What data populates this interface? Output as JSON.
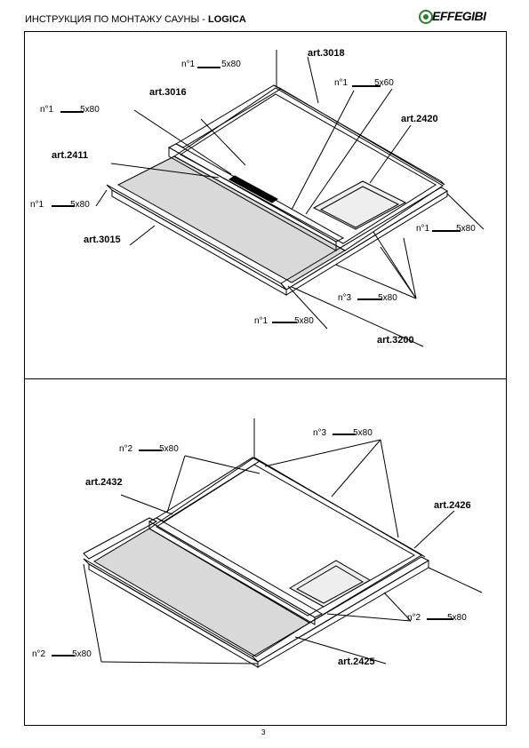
{
  "header": {
    "title": "ИНСТРУКЦИЯ ПО МОНТАЖУ САУНЫ - ",
    "brand": "LOGICA",
    "logo_text": "EFFEGIBI"
  },
  "top_panel": {
    "articles": {
      "a3018": "art.3018",
      "a3016": "art.3016",
      "a2420": "art.2420",
      "a2411": "art.2411",
      "a3015": "art.3015",
      "a3200": "art.3200"
    },
    "screws": {
      "s1": {
        "count": "n°1",
        "size": "5x80"
      },
      "s2": {
        "count": "n°1",
        "size": "5x60"
      },
      "s3": {
        "count": "n°1",
        "size": "5x80"
      },
      "s4": {
        "count": "n°1",
        "size": "5x80"
      },
      "s5": {
        "count": "n°1",
        "size": "5x80"
      },
      "s6": {
        "count": "n°3",
        "size": "5x80"
      },
      "s7": {
        "count": "n°1",
        "size": "5x80"
      }
    }
  },
  "bottom_panel": {
    "articles": {
      "a2432": "art.2432",
      "a2426": "art.2426",
      "a2425": "art.2425"
    },
    "screws": {
      "s1": {
        "count": "n°3",
        "size": "5x80"
      },
      "s2": {
        "count": "n°2",
        "size": "5x80"
      },
      "s3": {
        "count": "n°2",
        "size": "5x80"
      },
      "s4": {
        "count": "n°2",
        "size": "5x80"
      }
    }
  },
  "footer": {
    "page_number": "3"
  },
  "colors": {
    "line": "#000000",
    "shade": "#d9d9d9",
    "logo_green": "#2e7d32"
  }
}
